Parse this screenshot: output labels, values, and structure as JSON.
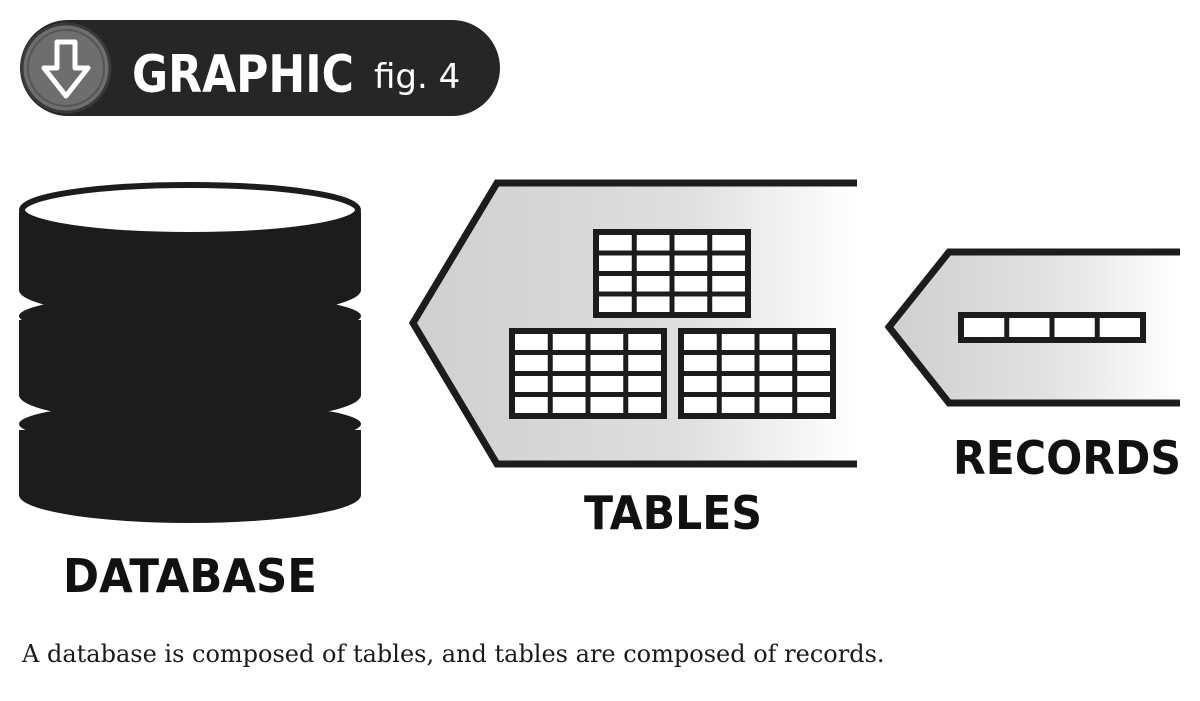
{
  "badge": {
    "title": "GRAPHIC",
    "subtitle": "fig. 4",
    "icon": "download-arrow-icon"
  },
  "labels": {
    "database": "DATABASE",
    "tables": "TABLES",
    "records": "RECORDS"
  },
  "caption": "A database is composed of tables, and tables are composed of records.",
  "colors": {
    "ink": "#1c1c1c",
    "badge_bg": "#2a2a2a",
    "arrow_fill_light": "#d4d4d4"
  }
}
